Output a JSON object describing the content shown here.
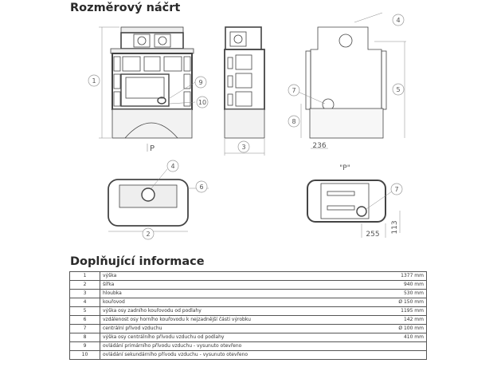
{
  "titles": {
    "sketch": "Rozměrový náčrt",
    "info": "Doplňující informace"
  },
  "callouts": {
    "c1": "1",
    "c2": "2",
    "c3": "3",
    "c4": "4",
    "c5": "5",
    "c6": "6",
    "c7": "7",
    "c8": "8",
    "c9": "9",
    "c10": "10"
  },
  "labels": {
    "front_arrow": "P",
    "view_p": "\"P\"",
    "dim_236": "236",
    "dim_255": "255",
    "dim_113": "113"
  },
  "table": [
    {
      "n": "1",
      "desc": "výška",
      "value": "1377 mm"
    },
    {
      "n": "2",
      "desc": "šířka",
      "value": "940 mm"
    },
    {
      "n": "3",
      "desc": "hloubka",
      "value": "530 mm"
    },
    {
      "n": "4",
      "desc": "kouřovod",
      "value": "Ø 150 mm"
    },
    {
      "n": "5",
      "desc": "výška osy zadního kouřovodu od podlahy",
      "value": "1195 mm"
    },
    {
      "n": "6",
      "desc": "vzdálenost osy horního kouřovodu k nejzadnější části výrobku",
      "value": "142 mm"
    },
    {
      "n": "7",
      "desc": "centrální přívod vzduchu",
      "value": "Ø 100 mm"
    },
    {
      "n": "8",
      "desc": "výška osy centrálního přívodu vzduchu od podlahy",
      "value": "410 mm"
    },
    {
      "n": "9",
      "desc": "ovládání primárního přívodu vzduchu - vysunuto otevřeno",
      "value": ""
    },
    {
      "n": "10",
      "desc": "ovládání sekundárního přívodu vzduchu - vysunuto otevřeno",
      "value": ""
    }
  ]
}
